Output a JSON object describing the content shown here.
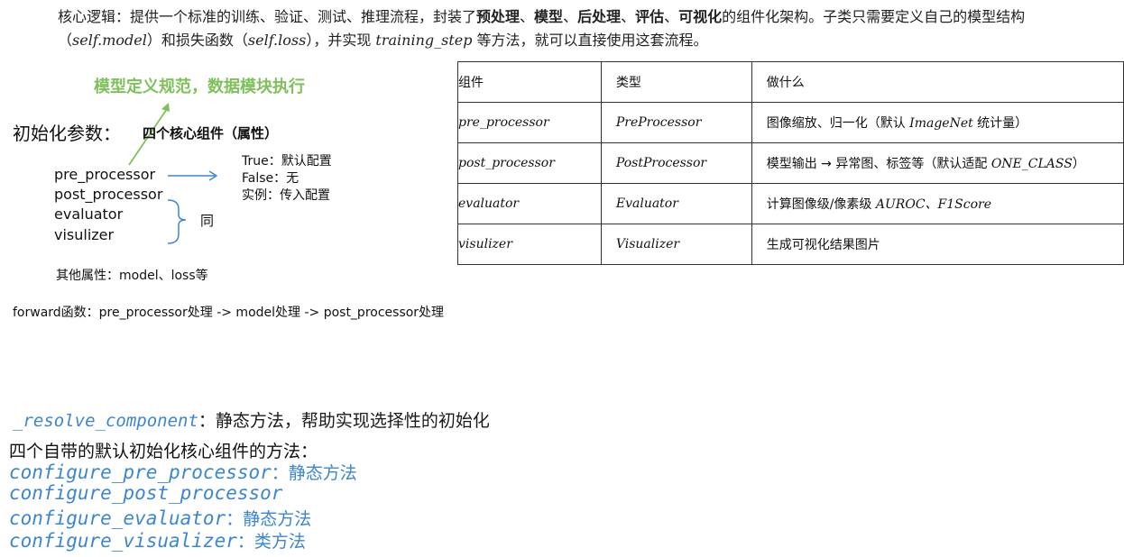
{
  "intro": {
    "p1": "核心逻辑：提供一个标准的训练、验证、测试、推理流程，封装了",
    "b1": "预处理",
    "s1": "、",
    "b2": "模型",
    "s2": "、",
    "b3": "后处理",
    "s3": "、",
    "b4": "评估",
    "s4": "、",
    "b5": "可视化",
    "p2": "的组件化架构。子类只需要定义自己的模型结构（",
    "c1": "self.model",
    "p3": "）和损失函数（",
    "c2": "self.loss",
    "p4": "），并实现 ",
    "c3": "training_step",
    "p5": " 等方法，就可以直接使用这套流程。"
  },
  "diagram": {
    "green_note": "模型定义规范，数据模块执行",
    "init_label": "初始化参数：",
    "core_label": "四个核心组件（属性）",
    "components": [
      "pre_processor",
      "post_processor",
      "evaluator",
      "visulizer"
    ],
    "options": [
      "True：默认配置",
      "False：无",
      "实例：传入配置"
    ],
    "same_label": "同",
    "other_attr": "其他属性：model、loss等",
    "forward": "forward函数：pre_processor处理 -> model处理 -> post_processor处理",
    "colors": {
      "green": "#7ec15a",
      "blue": "#3b86d4"
    }
  },
  "table": {
    "headers": [
      "组件",
      "类型",
      "做什么"
    ],
    "rows": [
      {
        "name": "pre_processor",
        "type": "PreProcessor",
        "d1": "图像缩放、归一化（默认 ",
        "dc": "ImageNet",
        "d2": " 统计量）"
      },
      {
        "name": "post_processor",
        "type": "PostProcessor",
        "d1": "模型输出 → 异常图、标签等（默认适配 ",
        "dc": "ONE_CLASS",
        "d2": "）"
      },
      {
        "name": "evaluator",
        "type": "Evaluator",
        "d1": "计算图像级/像素级 ",
        "dc": "AUROC、F1Score",
        "d2": ""
      },
      {
        "name": "visulizer",
        "type": "Visualizer",
        "d1": "生成可视化结果图片",
        "dc": "",
        "d2": ""
      }
    ]
  },
  "methods": {
    "resolve_name": "_resolve_component",
    "resolve_desc": "：静态方法，帮助实现选择性的初始化",
    "four_title": "四个自带的默认初始化核心组件的方法：",
    "items": [
      {
        "name": "configure_pre_processor",
        "desc": "：静态方法"
      },
      {
        "name": "configure_post_processor",
        "desc": ""
      },
      {
        "name": "configure_evaluator",
        "desc": "：静态方法"
      },
      {
        "name": "configure_visualizer",
        "desc": "：类方法"
      }
    ]
  }
}
